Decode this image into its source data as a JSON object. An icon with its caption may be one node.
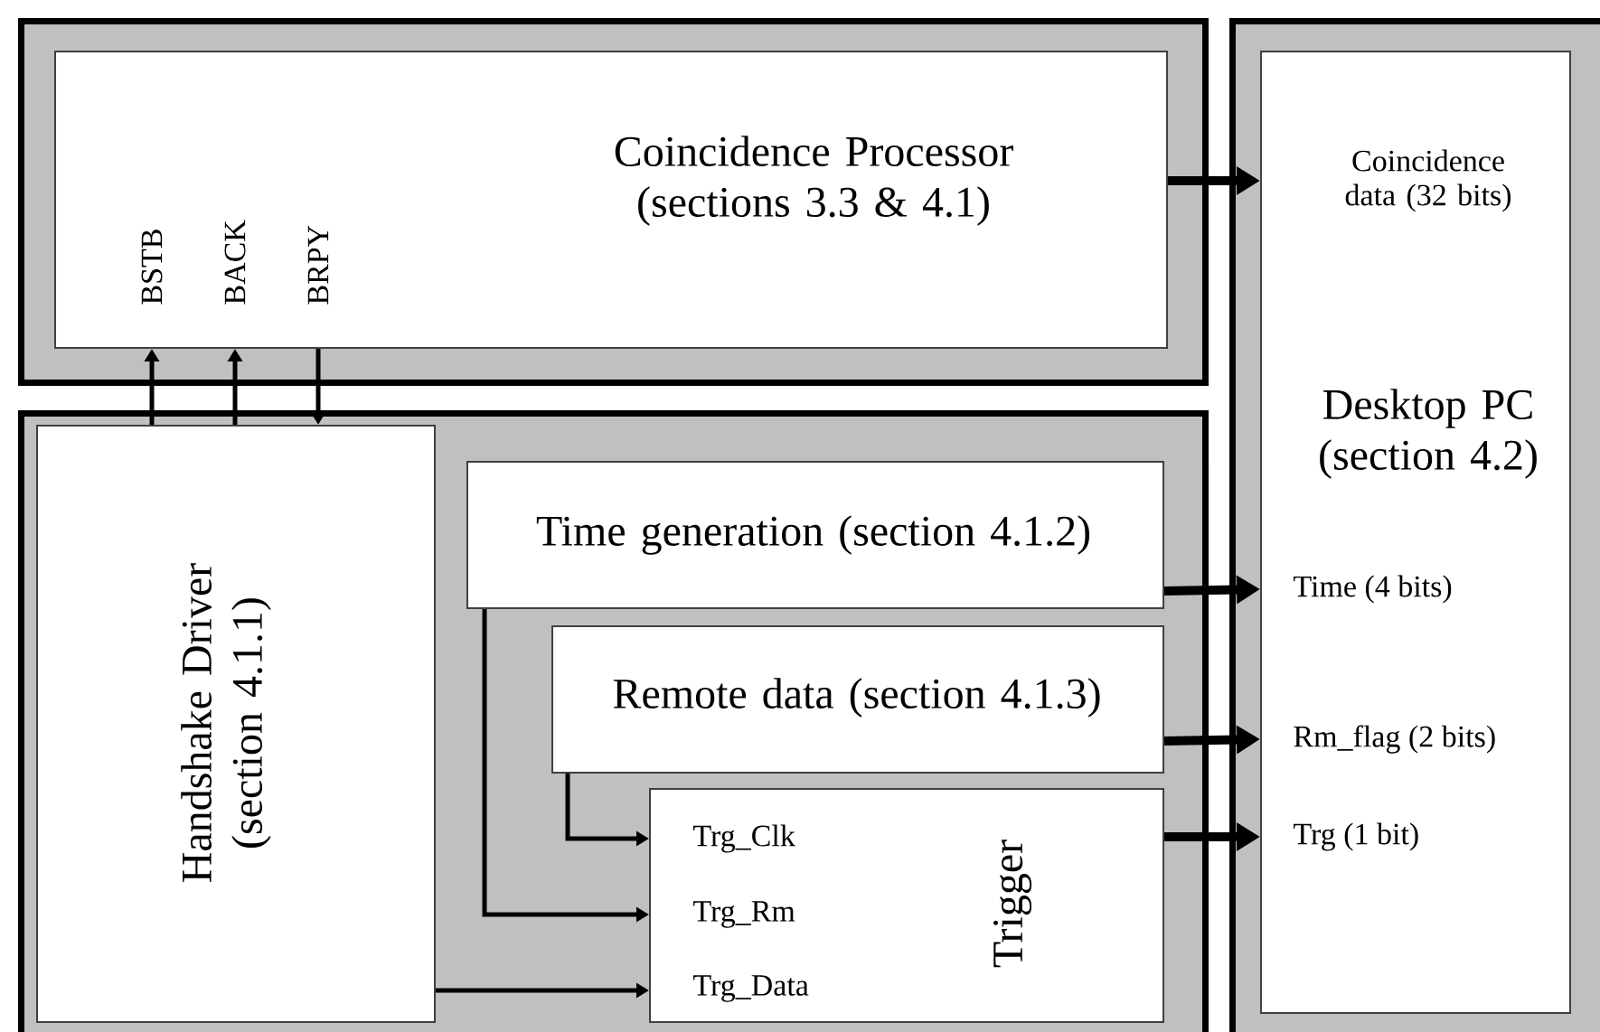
{
  "diagram": {
    "nodes": [
      {
        "text": [],
        "shape": "box"
      },
      {
        "text": [
          "Coincidence Processor (sections 3.3 & 4.1)"
        ],
        "in": 0
      },
      {
        "text": [],
        "shape": "box"
      },
      {
        "text": [
          "Handshake Driver (section 4.1.1)"
        ],
        "in": 2
      },
      {
        "text": [
          "Time generation (section 4.1.2)"
        ],
        "in": 2
      },
      {
        "text": [
          "Remote data (section 4.1.3)"
        ],
        "in": 2
      },
      {
        "text": [
          "Trigger"
        ],
        "in": 2
      },
      {
        "text": [],
        "shape": "box"
      },
      {
        "text": [
          "Desktop PC (section 4.2)"
        ],
        "in": 7
      }
    ],
    "edges": [
      {
        "from": 3,
        "to": 1,
        "arrow": "to",
        "label": "BSTB"
      },
      {
        "from": 3,
        "to": 1,
        "arrow": "to",
        "label": "BACK"
      },
      {
        "from": 1,
        "to": 3,
        "arrow": "to",
        "label": "BRPY"
      },
      {
        "from": 1,
        "to": 8,
        "arrow": "to",
        "label": "Coincidence data (32 bits)",
        "style": "thick"
      },
      {
        "from": 4,
        "to": 8,
        "arrow": "to",
        "label": "Time (4 bits)",
        "style": "thick"
      },
      {
        "from": 5,
        "to": 8,
        "arrow": "to",
        "label": "Rm_flag (2 bits)",
        "style": "thick"
      },
      {
        "from": 6,
        "to": 8,
        "arrow": "to",
        "label": "Trg (1 bit)",
        "style": "thick"
      },
      {
        "from": 5,
        "to": 6,
        "arrow": "to",
        "label": "Trg_Clk"
      },
      {
        "from": 4,
        "to": 6,
        "arrow": "to",
        "label": "Trg_Rm"
      },
      {
        "from": 3,
        "to": 6,
        "arrow": "to",
        "label": "Trg_Data"
      }
    ]
  }
}
